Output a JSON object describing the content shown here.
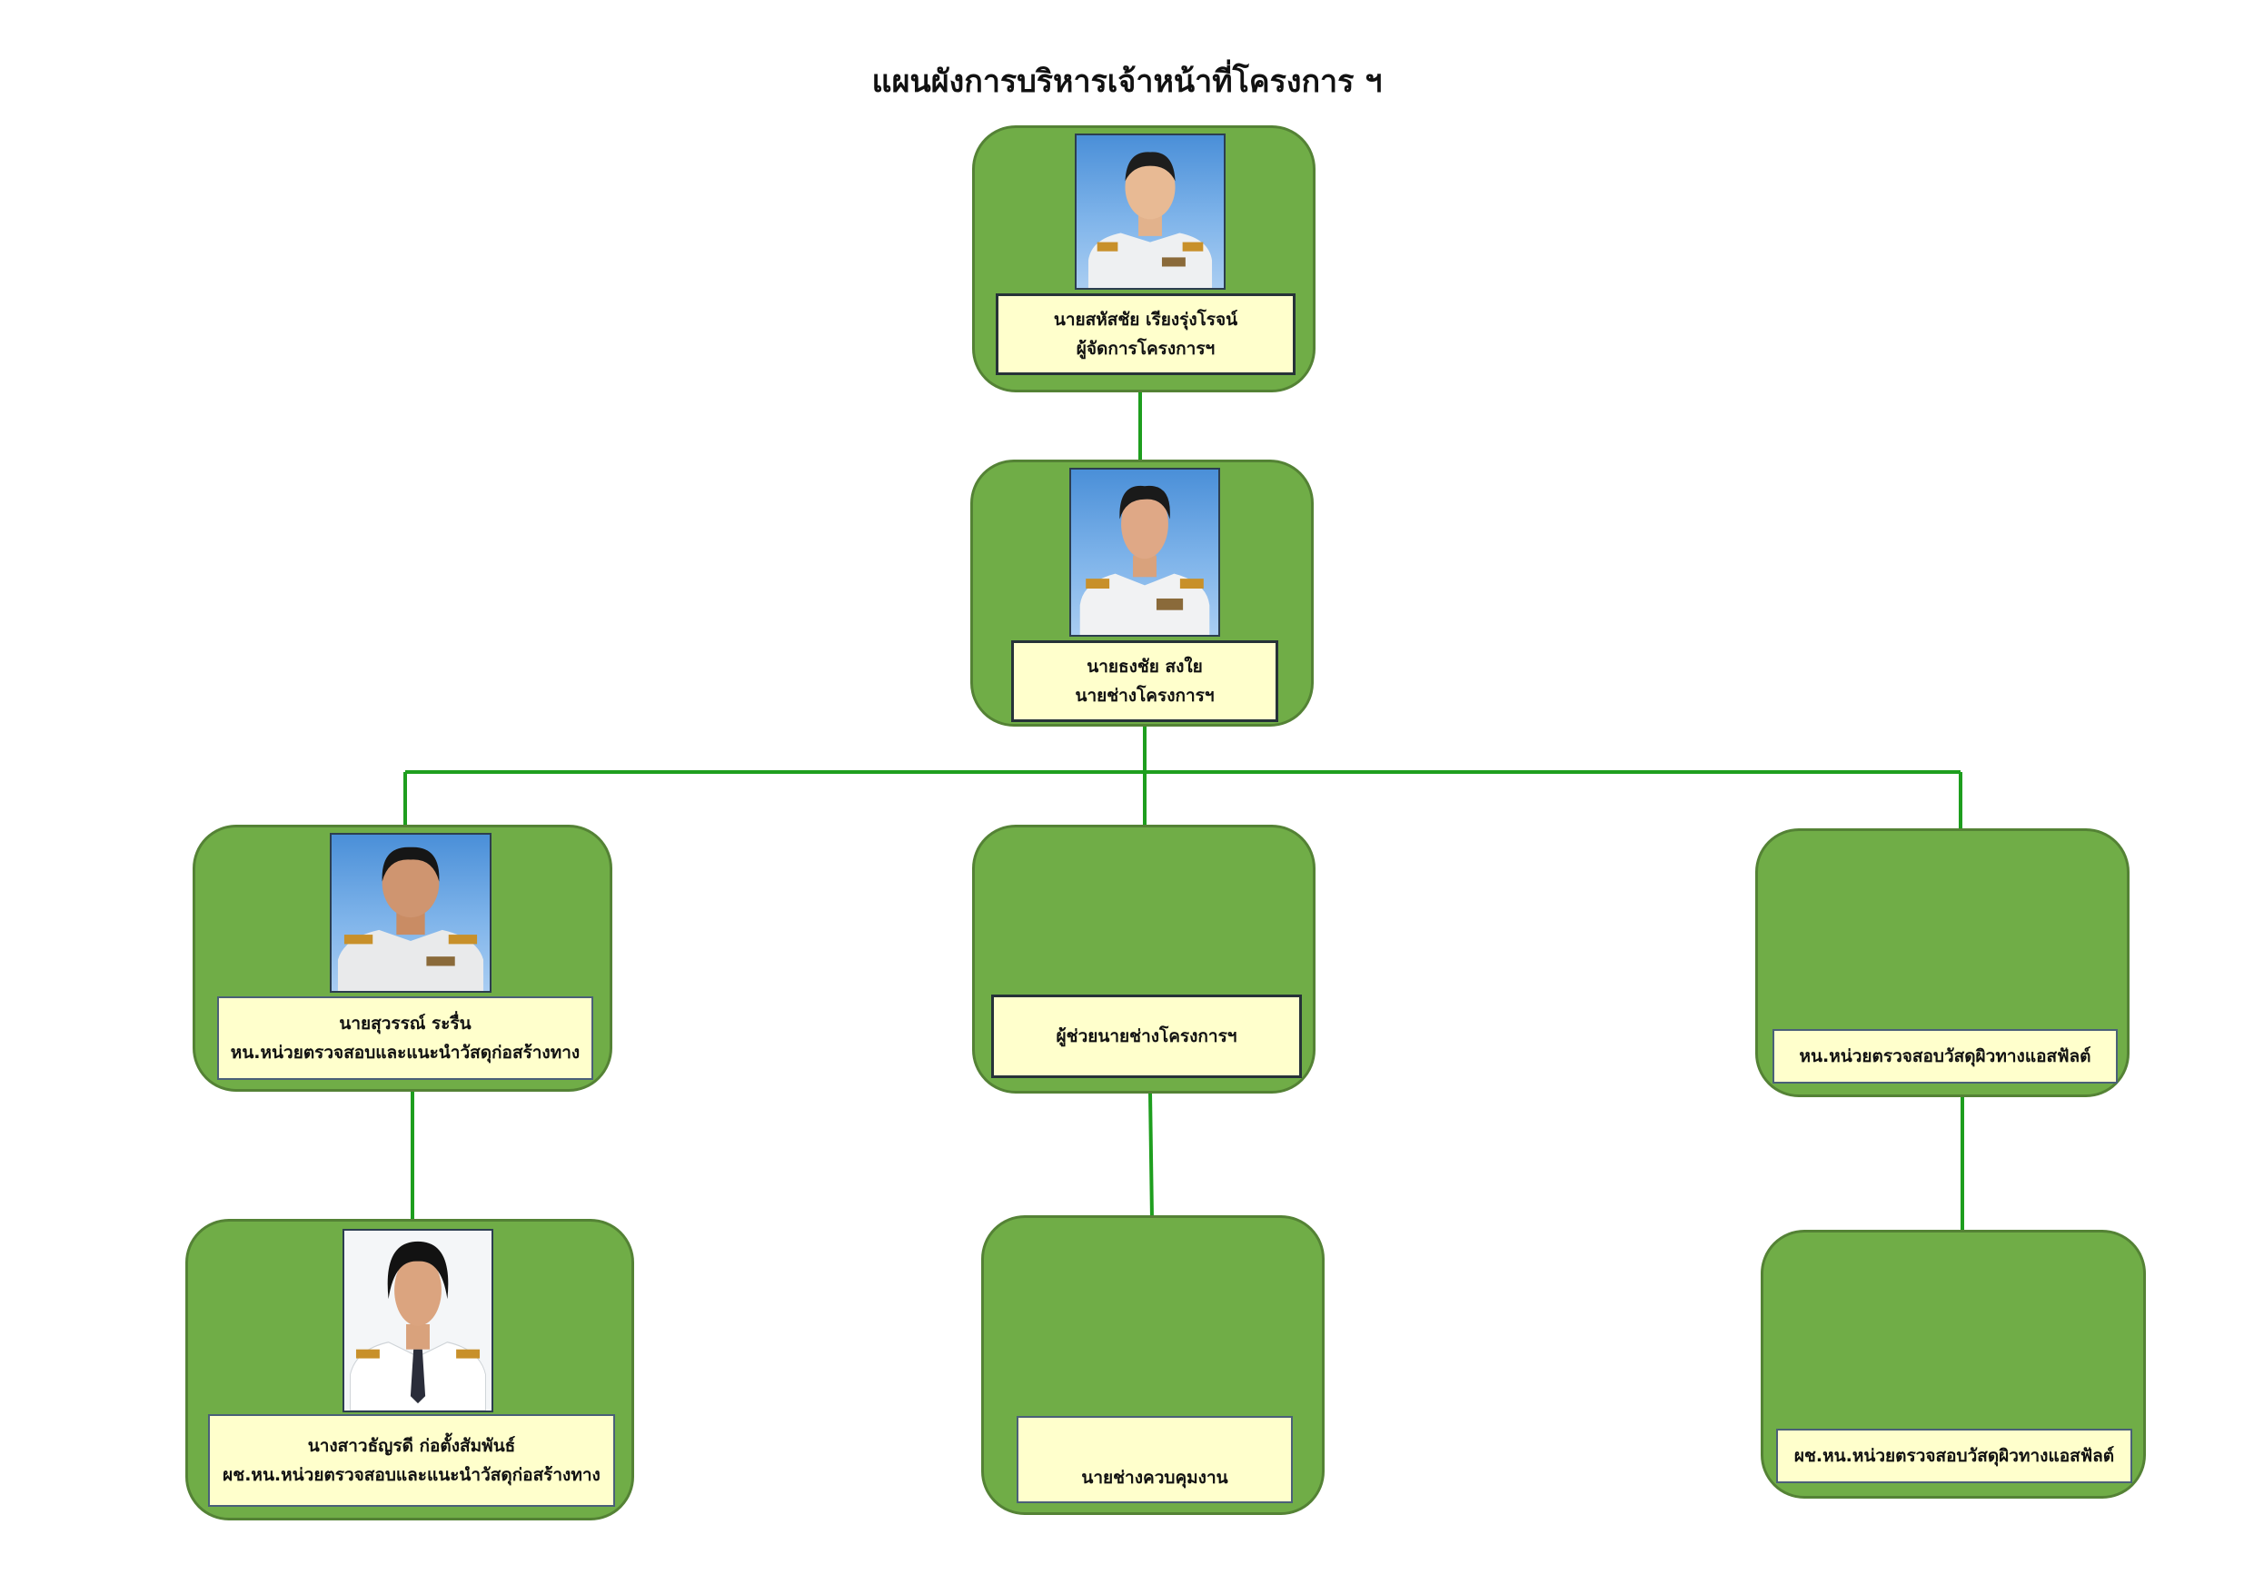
{
  "title": "แผนผังการบริหารเจ้าหน้าที่โครงการ ฯ",
  "colors": {
    "card_fill": "#70ad47",
    "card_border": "#548235",
    "label_fill": "#ffffcc",
    "connector": "#1e9e1e"
  },
  "nodes": {
    "manager": {
      "name": "นายสหัสชัย  เรียงรุ่งโรจน์",
      "position": "ผู้จัดการโครงการฯ"
    },
    "engineer": {
      "name": "นายธงชัย  สงใย",
      "position": "นายช่างโครงการฯ"
    },
    "inspection_head": {
      "name": "นายสุวรรณ์ ระรื่น",
      "position": "หน.หน่วยตรวจสอบและแนะนำวัสดุก่อสร้างทาง"
    },
    "assistant_engineer": {
      "position": "ผู้ช่วยนายช่างโครงการฯ"
    },
    "asphalt_head": {
      "position": "หน.หน่วยตรวจสอบวัสดุผิวทางแอสฟัลต์"
    },
    "inspection_assistant": {
      "name": "นางสาวธัญรดี ก่อตั้งสัมพันธ์",
      "position": "ผช.หน.หน่วยตรวจสอบและแนะนำวัสดุก่อสร้างทาง"
    },
    "site_supervisor": {
      "position": "นายช่างควบคุมงาน"
    },
    "asphalt_assistant": {
      "position": "ผช.หน.หน่วยตรวจสอบวัสดุผิวทางแอสฟัลต์"
    }
  }
}
